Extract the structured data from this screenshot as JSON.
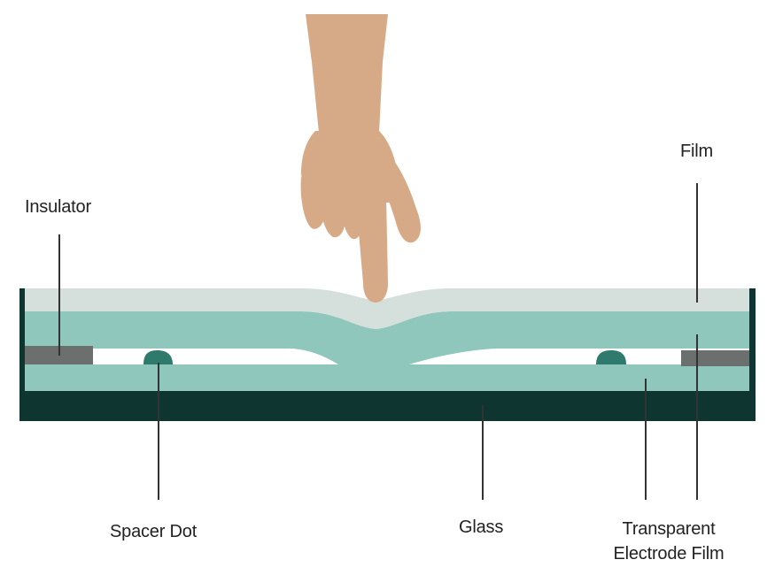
{
  "labels": {
    "insulator": "Insulator",
    "film": "Film",
    "spacer_dot": "Spacer Dot",
    "glass": "Glass",
    "transparent_electrode_film_line1": "Transparent",
    "transparent_electrode_film_line2": "Electrode Film"
  },
  "colors": {
    "background": "#ffffff",
    "frame_dark": "#0e3530",
    "film_top": "#d5dfdc",
    "electrode_film": "#8fc7bc",
    "glass_layer": "#8fc7bc",
    "spacer_dot": "#2e7a6c",
    "insulator": "#6b706e",
    "hand_skin": "#d6a987",
    "leader_line": "#333333",
    "text": "#222222"
  },
  "icons": {
    "hand": "pointing-hand-icon"
  }
}
